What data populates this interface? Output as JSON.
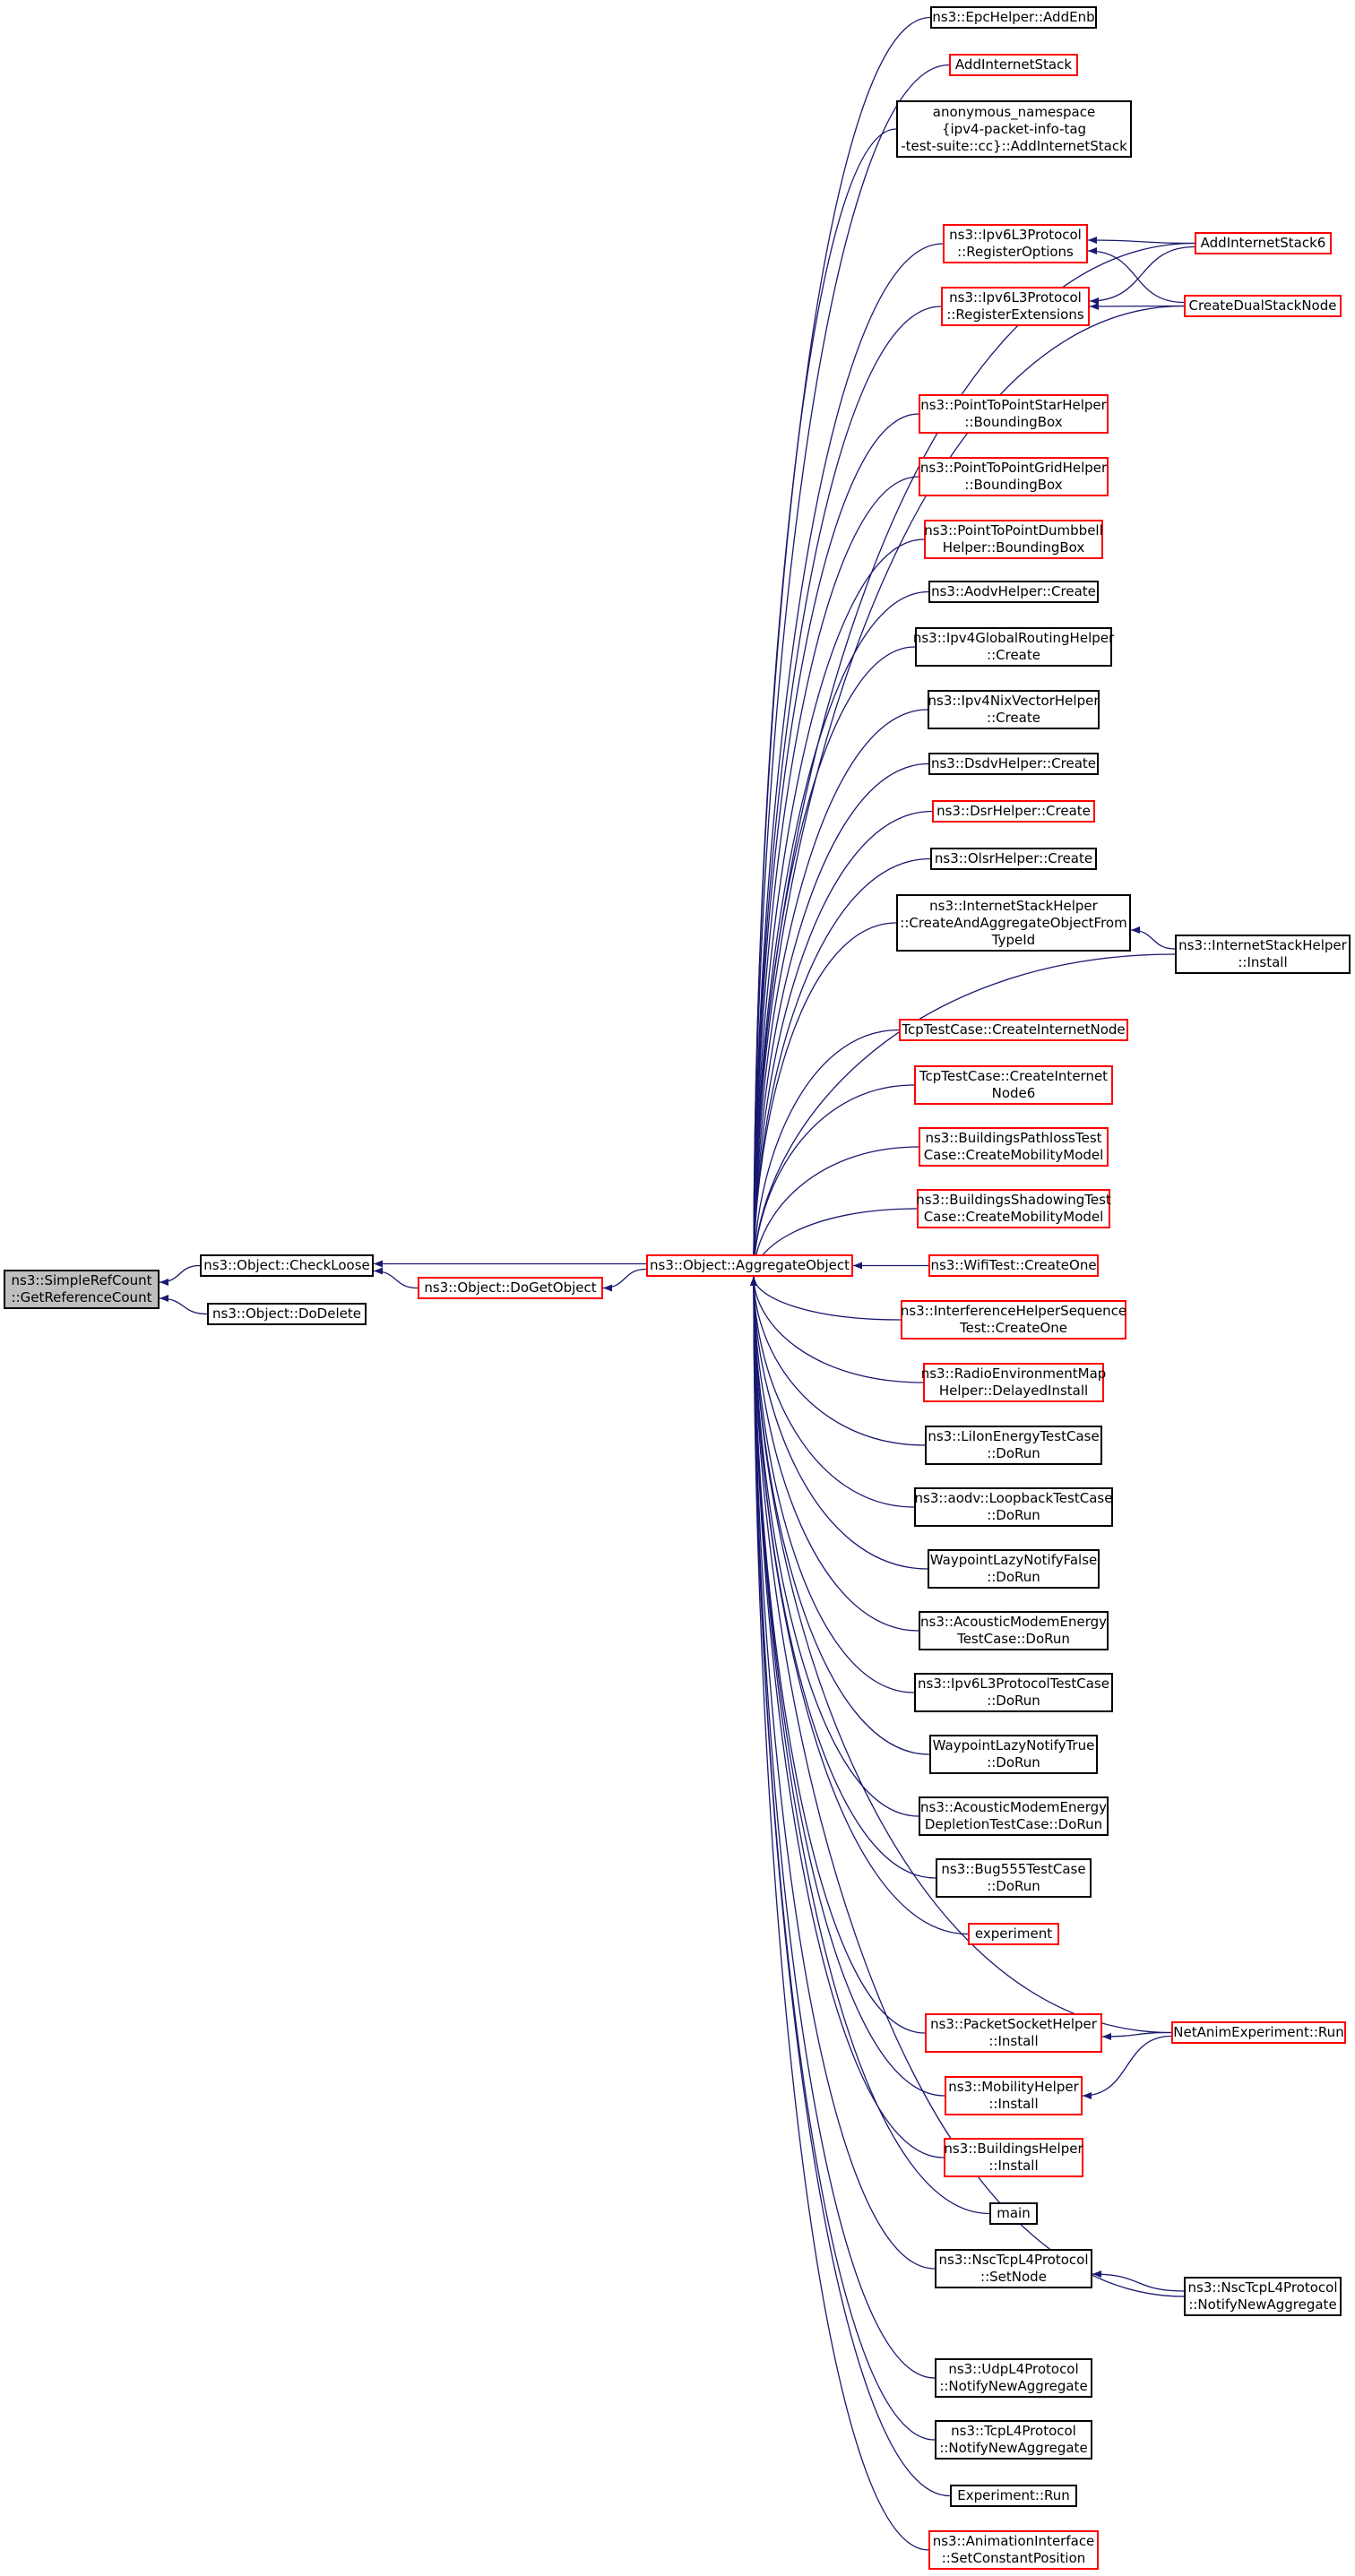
{
  "colors": {
    "edge": "#191970",
    "node_border": "#000000",
    "node_border_alt": "#ff0000",
    "focus_fill": "#bfbfbf"
  },
  "nodes": {
    "n_root": "ns3::SimpleRefCount\n::GetReferenceCount",
    "n_checkloose": "ns3::Object::CheckLoose",
    "n_dodelete": "ns3::Object::DoDelete",
    "n_dogetobject": "ns3::Object::DoGetObject",
    "n_aggregate": "ns3::Object::AggregateObject",
    "n_epc": "ns3::EpcHelper::AddEnb",
    "n_addinet": "AddInternetStack",
    "n_anon": "anonymous_namespace\n{ipv4-packet-info-tag\n-test-suite::cc}::AddInternetStack",
    "n_regopt": "ns3::Ipv6L3Protocol\n::RegisterOptions",
    "n_regext": "ns3::Ipv6L3Protocol\n::RegisterExtensions",
    "n_addinet6": "AddInternetStack6",
    "n_dualstack": "CreateDualStackNode",
    "n_star": "ns3::PointToPointStarHelper\n::BoundingBox",
    "n_grid": "ns3::PointToPointGridHelper\n::BoundingBox",
    "n_dumb": "ns3::PointToPointDumbbell\nHelper::BoundingBox",
    "n_aodv": "ns3::AodvHelper::Create",
    "n_ipv4gr": "ns3::Ipv4GlobalRoutingHelper\n::Create",
    "n_ipv4nix": "ns3::Ipv4NixVectorHelper\n::Create",
    "n_dsdv": "ns3::DsdvHelper::Create",
    "n_dsr": "ns3::DsrHelper::Create",
    "n_olsr": "ns3::OlsrHelper::Create",
    "n_cagg": "ns3::InternetStackHelper\n::CreateAndAggregateObjectFrom\nTypeId",
    "n_ishinst": "ns3::InternetStackHelper\n::Install",
    "n_tcpnode": "TcpTestCase::CreateInternetNode",
    "n_tcpnode6": "TcpTestCase::CreateInternet\nNode6",
    "n_bpath": "ns3::BuildingsPathlossTest\nCase::CreateMobilityModel",
    "n_bshadow": "ns3::BuildingsShadowingTest\nCase::CreateMobilityModel",
    "n_wifitest": "ns3::WifiTest::CreateOne",
    "n_interf": "ns3::InterferenceHelperSequence\nTest::CreateOne",
    "n_radioenv": "ns3::RadioEnvironmentMap\nHelper::DelayedInstall",
    "n_liion": "ns3::LiIonEnergyTestCase\n::DoRun",
    "n_loopback": "ns3::aodv::LoopbackTestCase\n::DoRun",
    "n_wpfalse": "WaypointLazyNotifyFalse\n::DoRun",
    "n_acoustic": "ns3::AcousticModemEnergy\nTestCase::DoRun",
    "n_ipv6test": "ns3::Ipv6L3ProtocolTestCase\n::DoRun",
    "n_wptrue": "WaypointLazyNotifyTrue\n::DoRun",
    "n_depletion": "ns3::AcousticModemEnergy\nDepletionTestCase::DoRun",
    "n_bug555": "ns3::Bug555TestCase\n::DoRun",
    "n_experiment": "experiment",
    "n_pktsock": "ns3::PacketSocketHelper\n::Install",
    "n_netanim": "NetAnimExperiment::Run",
    "n_mobility": "ns3::MobilityHelper\n::Install",
    "n_buildings": "ns3::BuildingsHelper\n::Install",
    "n_main": "main",
    "n_nscset": "ns3::NscTcpL4Protocol\n::SetNode",
    "n_nscnotify": "ns3::NscTcpL4Protocol\n::NotifyNewAggregate",
    "n_udp": "ns3::UdpL4Protocol\n::NotifyNewAggregate",
    "n_tcp": "ns3::TcpL4Protocol\n::NotifyNewAggregate",
    "n_exprun": "Experiment::Run",
    "n_anim": "ns3::AnimationInterface\n::SetConstantPosition"
  }
}
